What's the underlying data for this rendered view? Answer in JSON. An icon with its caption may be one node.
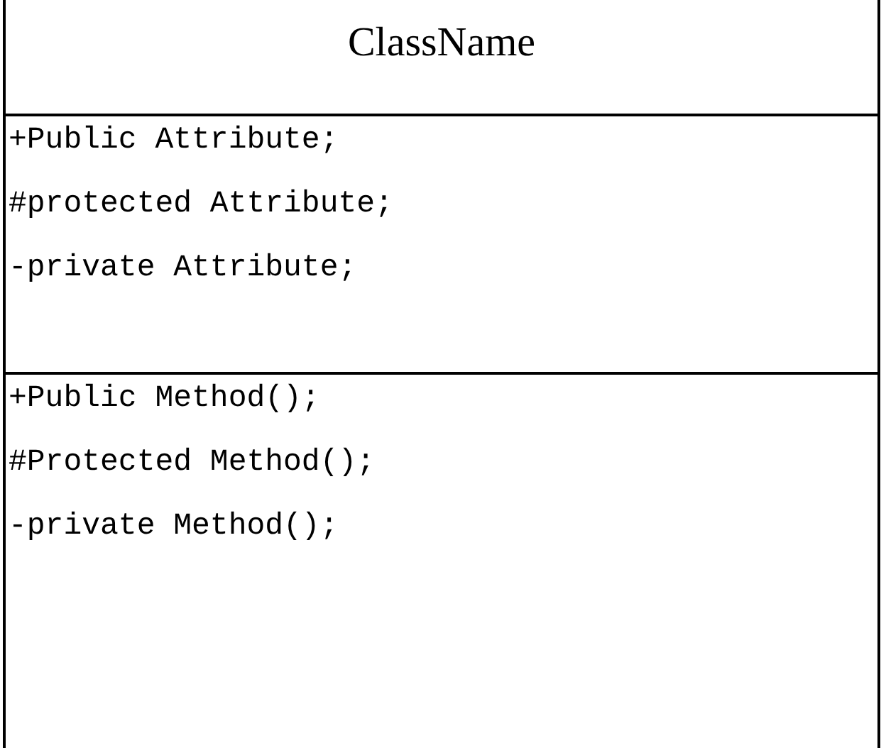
{
  "diagram": {
    "nodes": [
      {
        "text": [
          "ClassName"
        ]
      },
      {
        "text": [
          "+Public Attribute;",
          "#protected Attribute;",
          "-private Attribute;"
        ],
        "in": 0
      },
      {
        "text": [
          "+Public Method();",
          "#Protected Method();",
          "-private Method();"
        ],
        "in": 0
      }
    ]
  }
}
